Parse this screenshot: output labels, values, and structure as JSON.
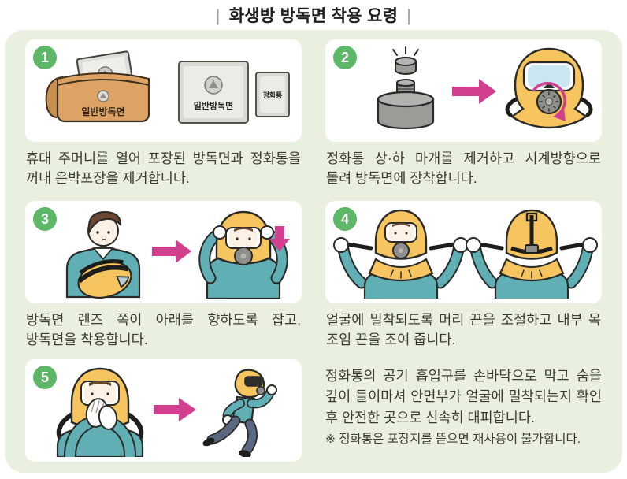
{
  "title": {
    "text": "화생방 방독면 착용 요령",
    "left_bar": "|",
    "right_bar": "|"
  },
  "colors": {
    "board_background": "#EAF0DF",
    "badge_green": "#5CB767",
    "arrow_magenta": "#D23F8E",
    "mask_yellow": "#F7C55F",
    "clothing_teal": "#5FAFB4",
    "canister_gray": "#9B9B97",
    "pouch_tan": "#DDA365",
    "text_color": "#3A3A33"
  },
  "steps": [
    {
      "number": "1",
      "caption": "휴대 주머니를 열어 포장된 방독면과 정화통을 꺼내 은박포장을 제거합니다.",
      "labels": {
        "pouch": "일반방독면",
        "package": "일반방독면",
        "canister_pack": "정화통"
      }
    },
    {
      "number": "2",
      "caption": "정화통 상·하 마개를 제거하고 시계방향으로 돌려 방독면에 장착합니다."
    },
    {
      "number": "3",
      "caption": "방독면 렌즈 쪽이 아래를 향하도록 잡고, 방독면을 착용합니다."
    },
    {
      "number": "4",
      "caption": "얼굴에 밀착되도록 머리 끈을 조절하고 내부 목 조임 끈을 조여 줍니다."
    },
    {
      "number": "5",
      "caption": ""
    }
  ],
  "final_note": {
    "paragraph": "정화통의 공기 흡입구를 손바닥으로 막고 숨을 깊이 들이마셔 안면부가 얼굴에 밀착되는지 확인 후 안전한 곳으로 신속히 대피합니다.",
    "warning": "※ 정화통은 포장지를 뜯으면 재사용이 불가합니다."
  }
}
